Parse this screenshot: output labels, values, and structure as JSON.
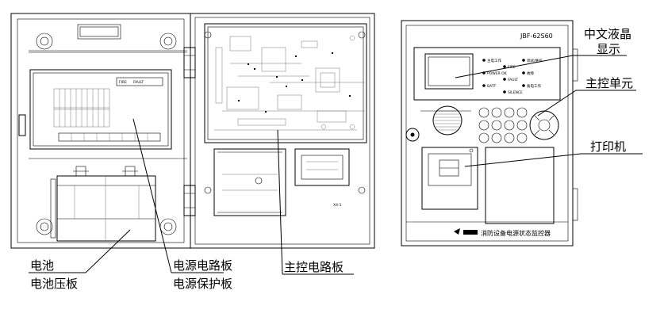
{
  "diagram": {
    "left_labels": {
      "battery": "电池",
      "battery_plate": "电池压板",
      "power_board": "电源电路板",
      "power_protect_board": "电源保护板",
      "main_board": "主控电路板"
    },
    "right_labels": {
      "lcd_line1": "中文液晶",
      "lcd_line2": "显示",
      "main_unit": "主控单元",
      "printer": "打印机"
    },
    "device": {
      "model": "JBF-62S60",
      "brand": "消防设备电源状态监控器",
      "power_board_tag1": "FIRE",
      "power_board_tag2": "FAULT",
      "board_mark": "X4-1",
      "status_leds": [
        "主电工作",
        "FIRE",
        "故障",
        "POWER OK",
        "FAULT",
        "备电工作",
        "调试/维护",
        "BATT",
        "SILENCE"
      ]
    }
  }
}
